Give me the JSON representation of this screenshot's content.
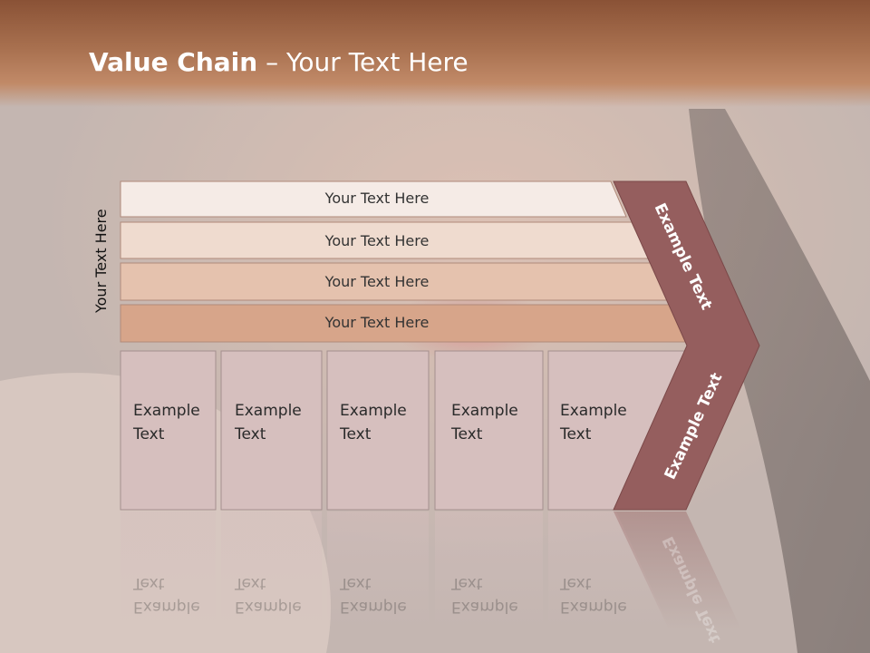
{
  "title": {
    "bold": "Value Chain",
    "rest": " – Your Text Here"
  },
  "side_label": "Your Text Here",
  "rows": [
    {
      "label": "Your Text Here",
      "color": "#f5ebe6"
    },
    {
      "label": "Your Text Here",
      "color": "#efdbcf"
    },
    {
      "label": "Your Text Here",
      "color": "#e5c2ae"
    },
    {
      "label": "Your Text Here",
      "color": "#d7a58a"
    }
  ],
  "cards": [
    {
      "line1": "Example",
      "line2": "Text"
    },
    {
      "line1": "Example",
      "line2": "Text"
    },
    {
      "line1": "Example",
      "line2": "Text"
    },
    {
      "line1": "Example",
      "line2": "Text"
    },
    {
      "line1": "Example",
      "line2": "Text"
    }
  ],
  "chevron": {
    "upper": "Example Text",
    "lower": "Example Text",
    "color": "#955e5e"
  },
  "colors": {
    "header": "#a8704f",
    "card": "#d6bfbe"
  }
}
